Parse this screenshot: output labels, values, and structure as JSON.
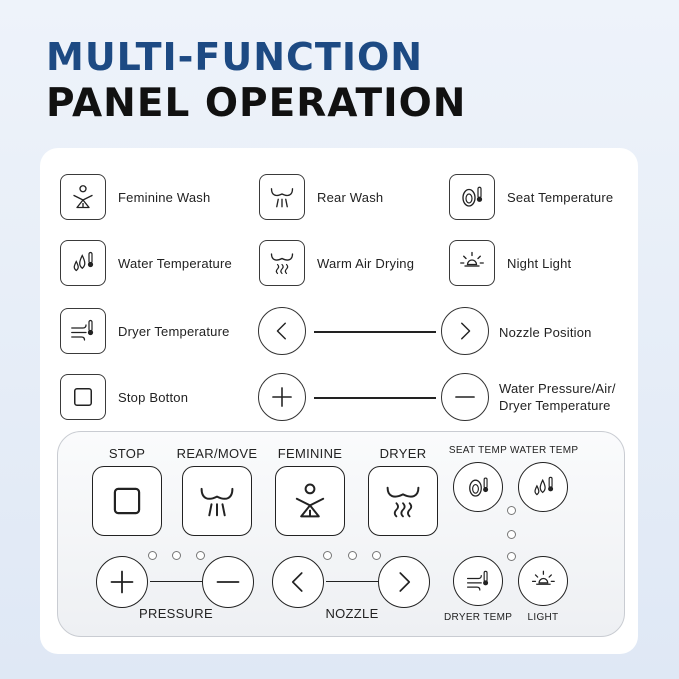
{
  "heading": {
    "line1": "MULTI-FUNCTION",
    "line2": "PANEL OPERATION"
  },
  "legend": {
    "feminine_wash": {
      "icon": "feminine-wash-icon",
      "label": "Feminine Wash"
    },
    "rear_wash": {
      "icon": "rear-wash-icon",
      "label": "Rear Wash"
    },
    "seat_temperature": {
      "icon": "seat-temperature-icon",
      "label": "Seat Temperature"
    },
    "water_temperature": {
      "icon": "water-temperature-icon",
      "label": "Water Temperature"
    },
    "warm_air_drying": {
      "icon": "warm-air-drying-icon",
      "label": "Warm Air Drying"
    },
    "night_light": {
      "icon": "night-light-icon",
      "label": "Night Light"
    },
    "dryer_temperature": {
      "icon": "dryer-temperature-icon",
      "label": "Dryer Temperature"
    },
    "nozzle_position": {
      "icon": "chevron-left-right-icon",
      "label": "Nozzle Position"
    },
    "stop_button": {
      "icon": "square-stop-icon",
      "label": "Stop Botton"
    },
    "pressure_air_dryer": {
      "icon": "plus-minus-icon",
      "label_line1": "Water Pressure/Air/",
      "label_line2": "Dryer Temperature"
    }
  },
  "panel": {
    "stop": "STOP",
    "rear_move": "REAR/MOVE",
    "feminine": "FEMININE",
    "dryer": "DRYER",
    "seat_temp": "SEAT TEMP",
    "water_temp": "WATER TEMP",
    "dryer_temp": "DRYER TEMP",
    "light": "LIGHT",
    "pressure": "PRESSURE",
    "nozzle": "NOZZLE",
    "pressure_level_dots": 3,
    "nozzle_level_dots": 3
  },
  "colors": {
    "headline_blue": "#1d4a83",
    "headline_black": "#111111"
  }
}
